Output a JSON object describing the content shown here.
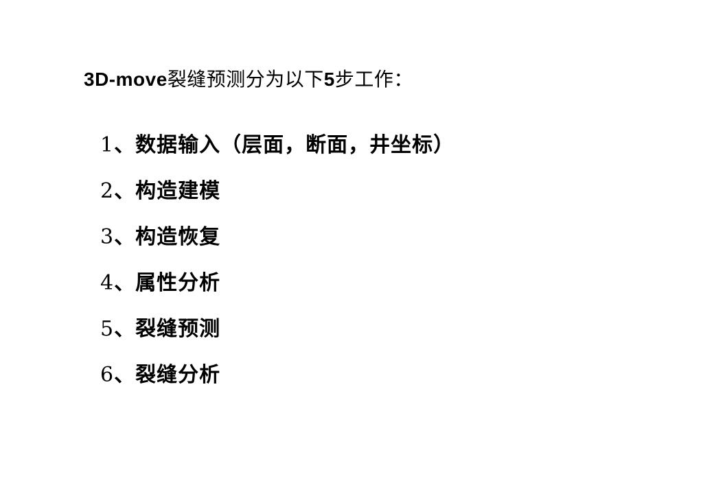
{
  "title": {
    "part1": "3D-move",
    "part2": "裂缝预测分为以下",
    "part3": "5",
    "part4": "步工作："
  },
  "steps": [
    {
      "num": "1",
      "sep": "、",
      "text": "数据输入（层面，断面，井坐标）"
    },
    {
      "num": "2",
      "sep": "、",
      "text": "构造建模"
    },
    {
      "num": "3",
      "sep": "、",
      "text": "构造恢复"
    },
    {
      "num": "4",
      "sep": "、",
      "text": "属性分析"
    },
    {
      "num": "5",
      "sep": "、",
      "text": "裂缝预测"
    },
    {
      "num": "6",
      "sep": "、",
      "text": "裂缝分析"
    }
  ]
}
